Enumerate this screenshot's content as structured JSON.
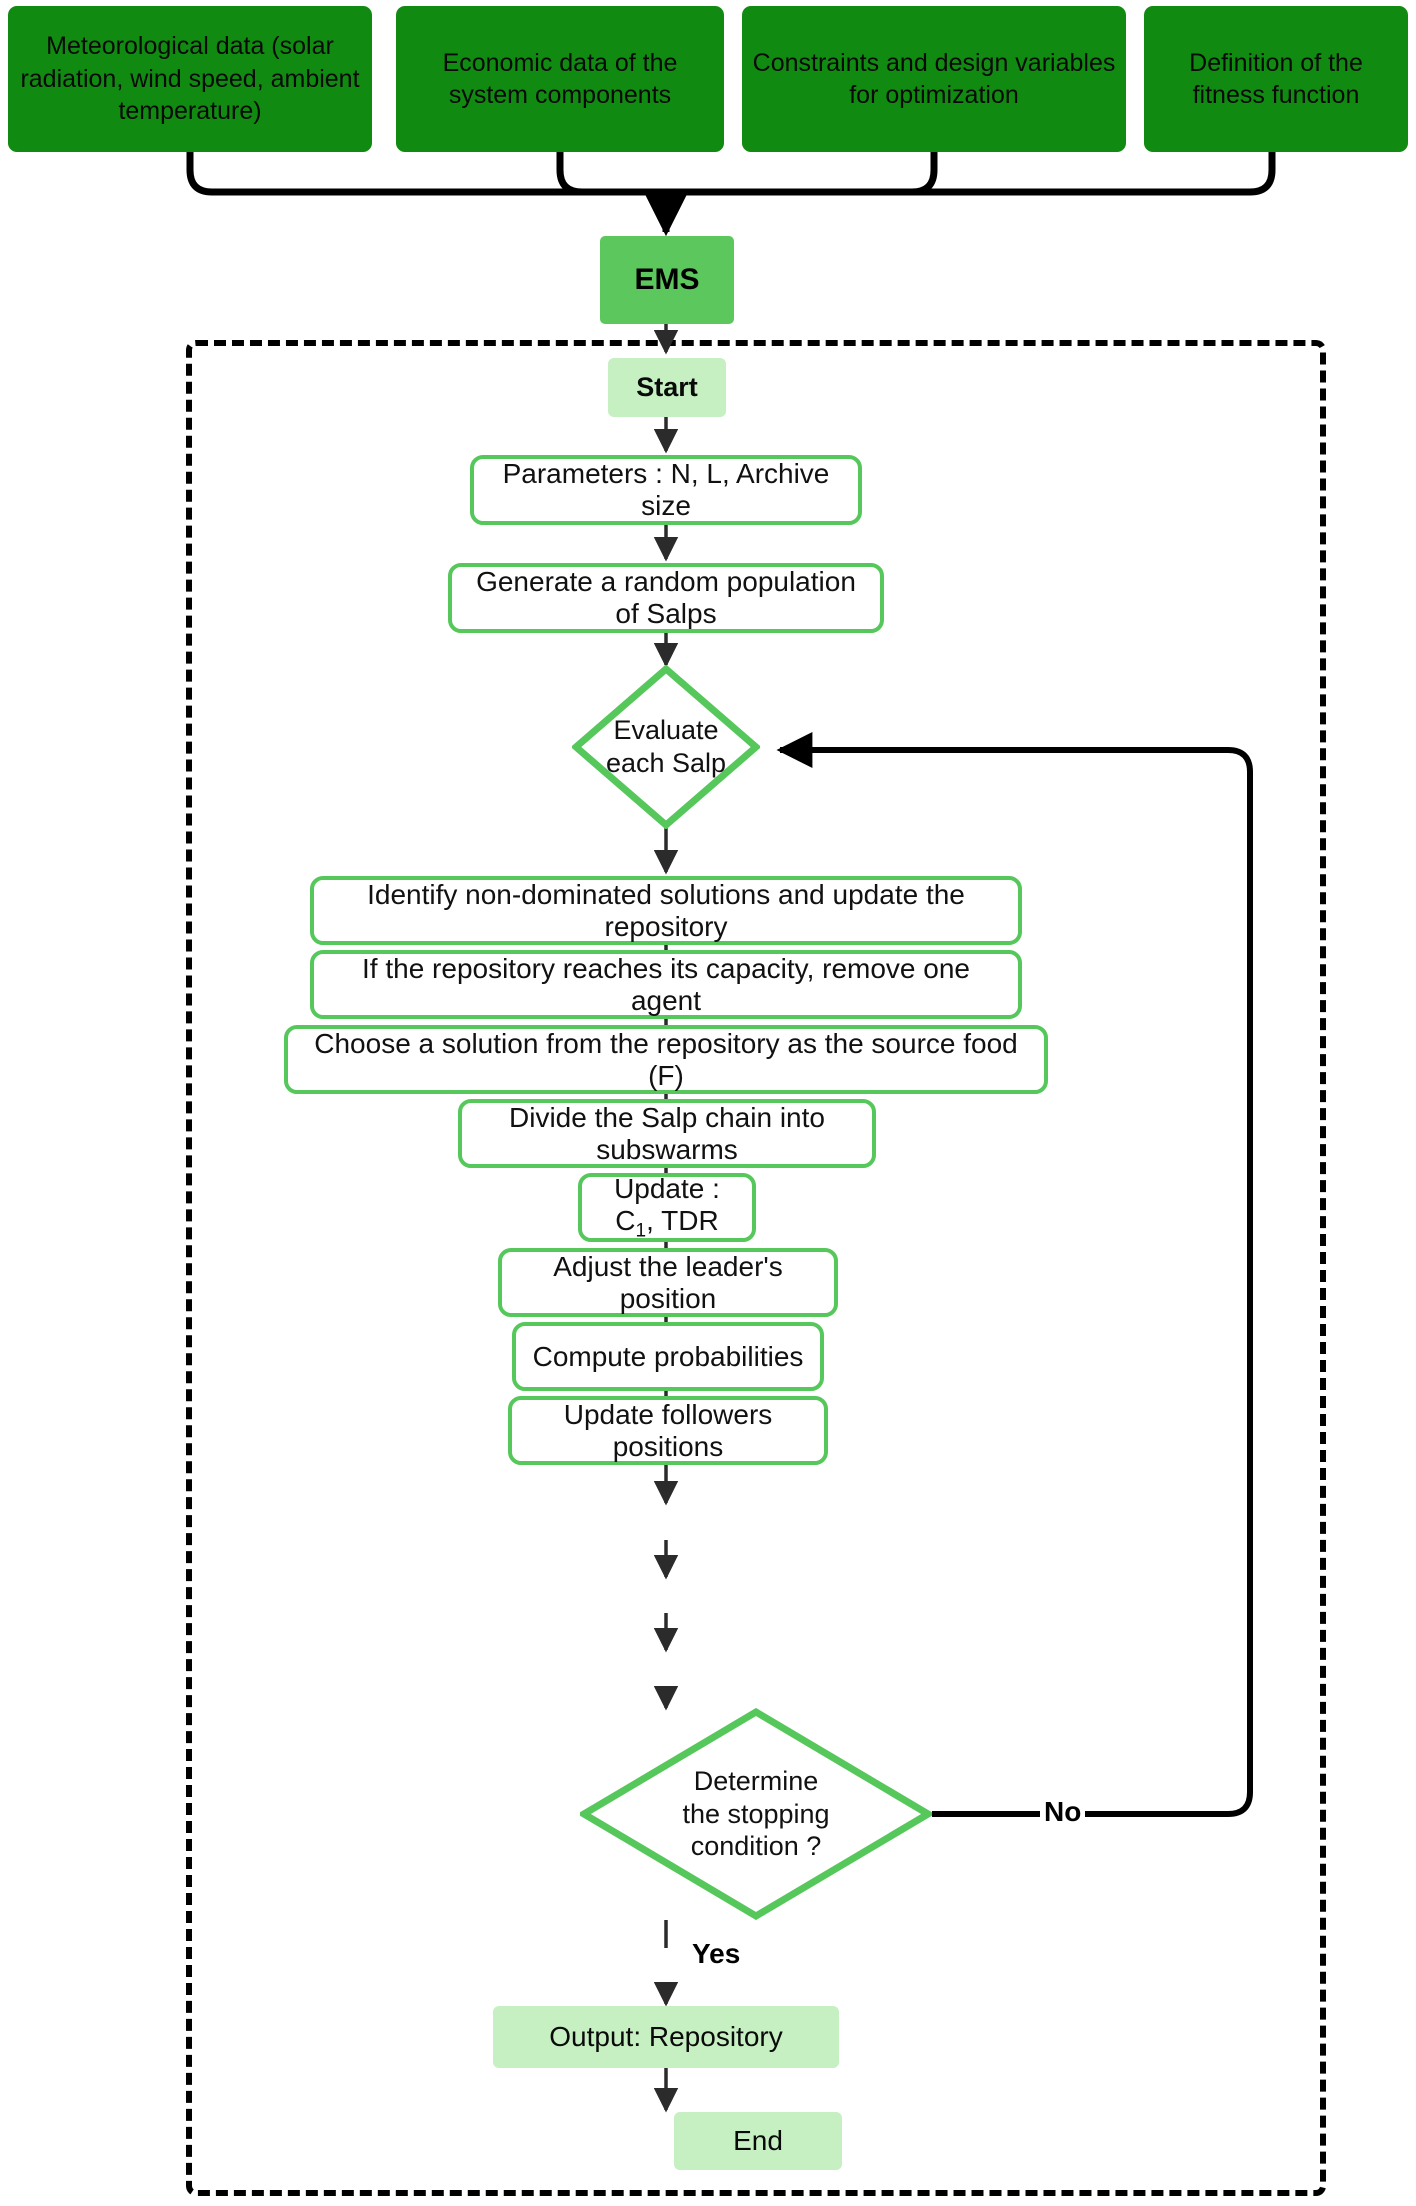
{
  "diagram": {
    "title": "EMS multi-objective salp swarm optimization flowchart",
    "colors": {
      "input_box_fill": "#118a11",
      "ems_fill": "#5cc75c",
      "terminal_fill": "#c6f0c2",
      "process_border": "#56c75a",
      "process_fill": "#ffffff",
      "connector": "#2b2b2b",
      "loop_connector": "#000000",
      "container_border": "#000000"
    }
  },
  "inputs": [
    {
      "label": "Meteorological data (solar radiation, wind speed, ambient temperature)",
      "name": "meteorological-data-box"
    },
    {
      "label": "Economic data of the system components",
      "name": "economic-data-box"
    },
    {
      "label": "Constraints and design variables for optimization",
      "name": "constraints-design-variables-box"
    },
    {
      "label": "Definition of the fitness function",
      "name": "fitness-function-definition-box"
    }
  ],
  "ems": {
    "label": "EMS"
  },
  "flow": {
    "start": "Start",
    "parameters": "Parameters : N, L, Archive size",
    "generate_population": "Generate a random population of Salps",
    "evaluate": "Evaluate\neach Salp",
    "evaluate_line1": "Evaluate",
    "evaluate_line2": "each Salp",
    "identify": "Identify non-dominated solutions and update the repository",
    "capacity": "If the repository reaches its capacity, remove one agent",
    "choose_food": "Choose a solution from the repository as the source food (F)",
    "divide_chain": "Divide the Salp chain into subswarms",
    "update_c1_prefix": "Update : C",
    "update_c1_sub": "1",
    "update_c1_suffix": ", TDR",
    "adjust_leader": "Adjust the leader's position",
    "compute_probabilities": "Compute probabilities",
    "update_followers": "Update followers positions",
    "stopping_line1": "Determine",
    "stopping_line2": "the stopping",
    "stopping_line3": "condition ?",
    "output": "Output: Repository",
    "end": "End"
  },
  "edges": {
    "no_label": "No",
    "yes_label": "Yes"
  }
}
